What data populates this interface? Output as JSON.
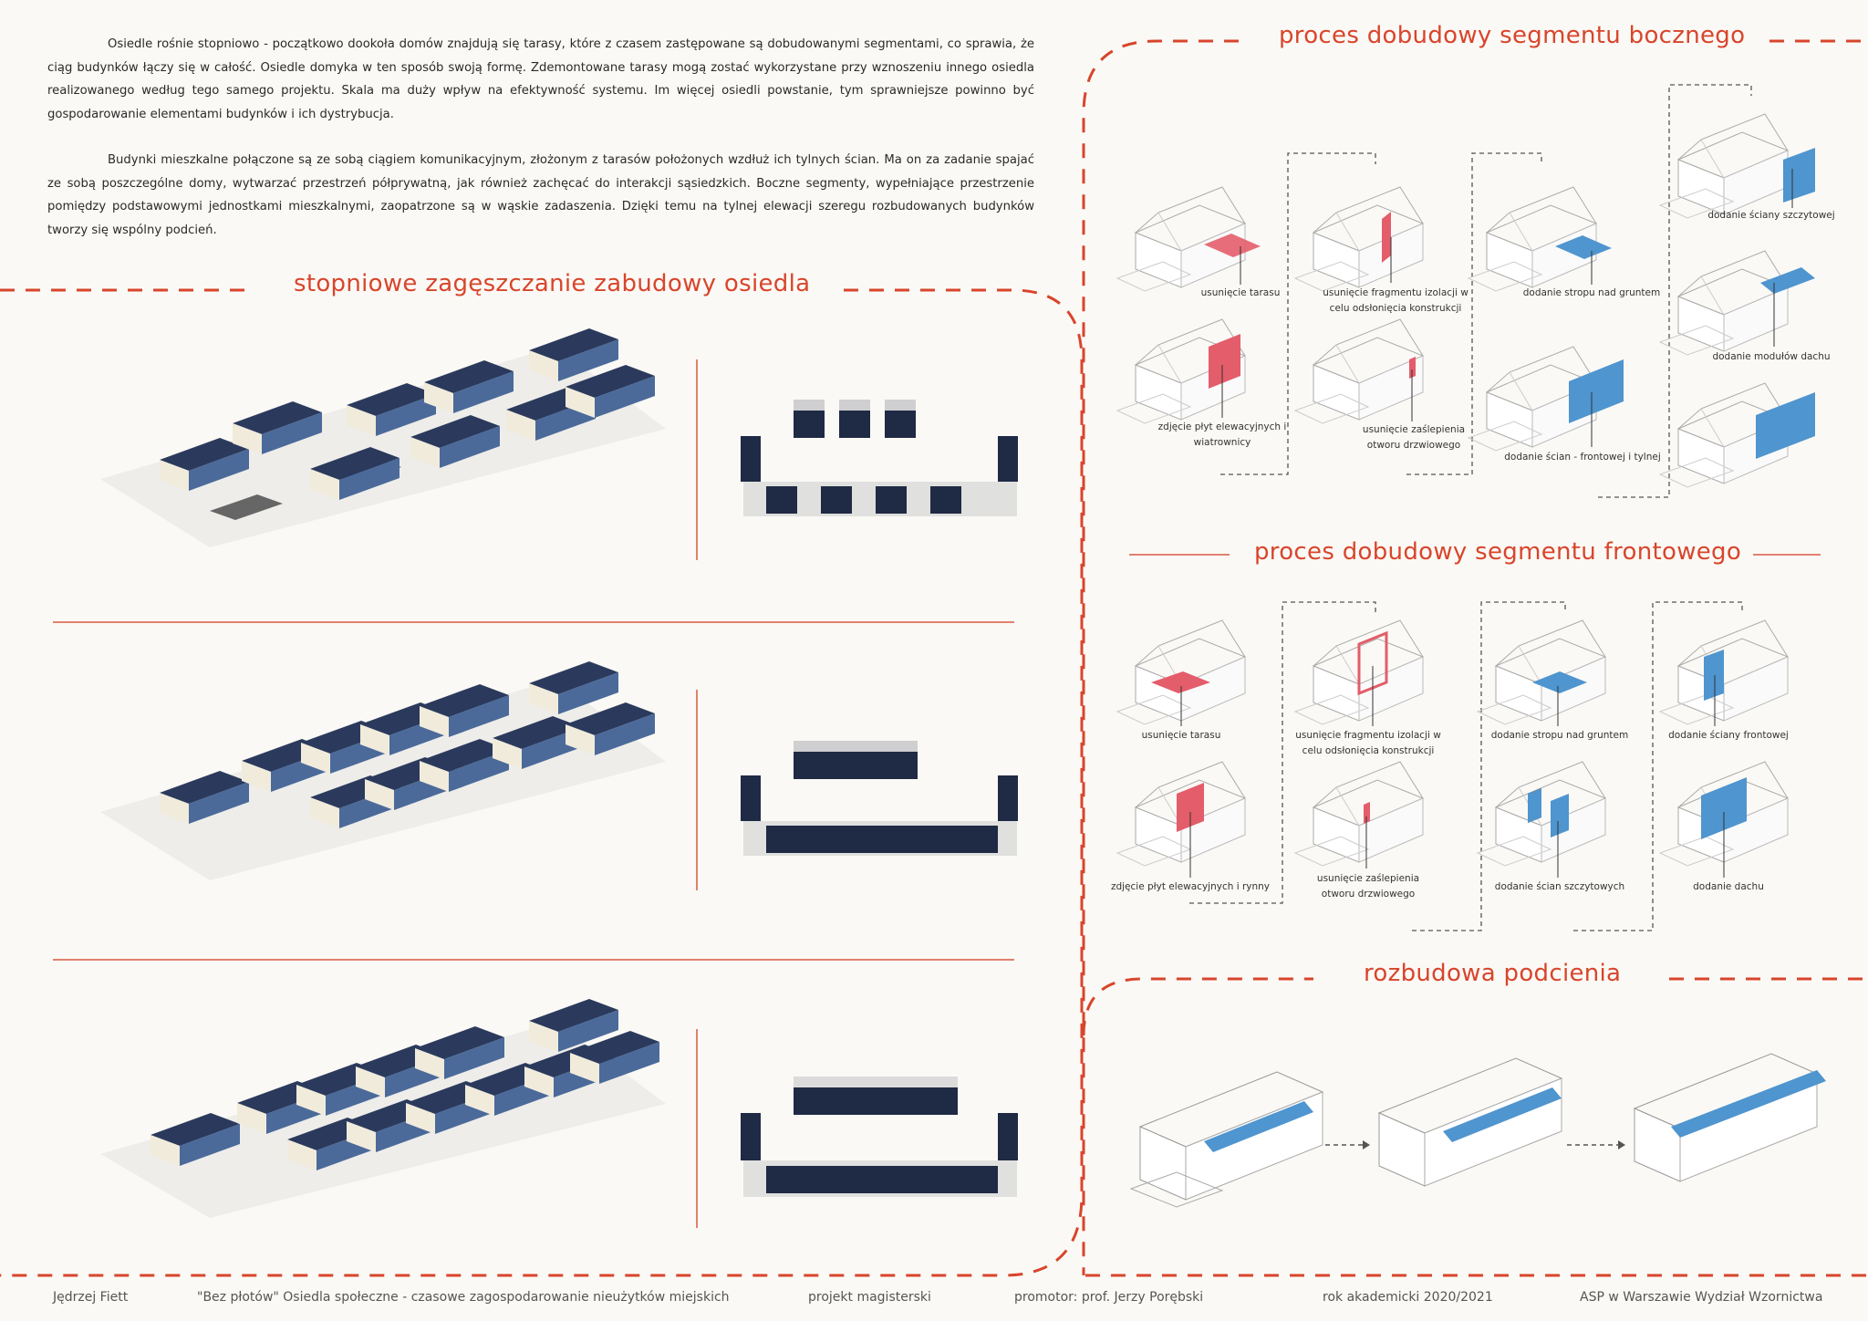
{
  "intro": {
    "paragraph_1": "Osiedle rośnie stopniowo - początkowo dookoła domów znajdują się tarasy, które z czasem zastępowane są dobudowanymi segmentami, co sprawia, że ciąg budynków łączy się w całość. Osiedle domyka w ten sposób swoją formę. Zdemontowane tarasy mogą zostać wykorzystane przy wznoszeniu innego osiedla realizowanego według tego samego projektu. Skala ma duży wpływ na efektywność systemu. Im więcej osiedli powstanie, tym sprawniejsze powinno być gospodarowanie elementami budynków i ich dystrybucja.",
    "paragraph_2": "Budynki mieszkalne połączone są ze sobą ciągiem komunikacyjnym, złożonym z tarasów położonych wzdłuż ich tylnych ścian. Ma on za zadanie spajać ze sobą poszczególne domy, wytwarzać przestrzeń półprywatną, jak również zachęcać do interakcji sąsiedzkich. Boczne segmenty, wypełniające przestrzenie pomiędzy podstawowymi jednostkami mieszkalnymi, zaopatrzone są w wąskie zadaszenia. Dzięki temu na tylnej elewacji szeregu rozbudowanych budynków tworzy się wspólny podcień."
  },
  "densification": {
    "title": "stopniowe zagęszczanie zabudowy osiedla"
  },
  "side_segment": {
    "title": "proces dobudowy segmentu bocznego",
    "steps": [
      {
        "label": "usunięcie tarasu",
        "color": "#e35d6a"
      },
      {
        "label": "zdjęcie płyt elewacyjnych i wiatrownicy",
        "color": "#e35d6a"
      },
      {
        "label": "usunięcie fragmentu izolacji w celu odsłonięcia konstrukcji",
        "color": "#e35d6a"
      },
      {
        "label": "usunięcie zaślepienia otworu drzwiowego",
        "color": "#e35d6a"
      },
      {
        "label": "dodanie stropu nad gruntem",
        "color": "#4f95cf"
      },
      {
        "label": "dodanie ścian - frontowej i tylnej",
        "color": "#4f95cf"
      },
      {
        "label": "dodanie ściany szczytowej",
        "color": "#4f95cf"
      },
      {
        "label": "dodanie modułów dachu",
        "color": "#4f95cf"
      },
      {
        "label": "",
        "color": "#4f95cf"
      }
    ]
  },
  "front_segment": {
    "title": "proces dobudowy segmentu frontowego",
    "steps": [
      {
        "label": "usunięcie tarasu",
        "color": "#e35d6a"
      },
      {
        "label": "zdjęcie płyt elewacyjnych i rynny",
        "color": "#e35d6a"
      },
      {
        "label": "usunięcie fragmentu izolacji w celu odsłonięcia konstrukcji",
        "color": "#e35d6a"
      },
      {
        "label": "usunięcie zaślepienia otworu drzwiowego",
        "color": "#e35d6a"
      },
      {
        "label": "dodanie stropu nad gruntem",
        "color": "#4f95cf"
      },
      {
        "label": "dodanie ścian szczytowych",
        "color": "#4f95cf"
      },
      {
        "label": "dodanie ściany frontowej",
        "color": "#4f95cf"
      },
      {
        "label": "dodanie dachu",
        "color": "#4f95cf"
      }
    ]
  },
  "arcade": {
    "title": "rozbudowa podcienia"
  },
  "footer": {
    "author": "Jędrzej Fiett",
    "project_title": "\"Bez płotów\" Osiedla społeczne - czasowe zagospodarowanie nieużytków miejskich",
    "project_type": "projekt magisterski",
    "promoter": "promotor: prof. Jerzy Porębski",
    "academic_year": "rok akademicki 2020/2021",
    "school": "ASP w Warszawie Wydział Wzornictwa"
  },
  "colors": {
    "accent": "#d8452c",
    "removed": "#e35d6a",
    "added": "#4f95cf",
    "roof": "#2b3a5c"
  }
}
